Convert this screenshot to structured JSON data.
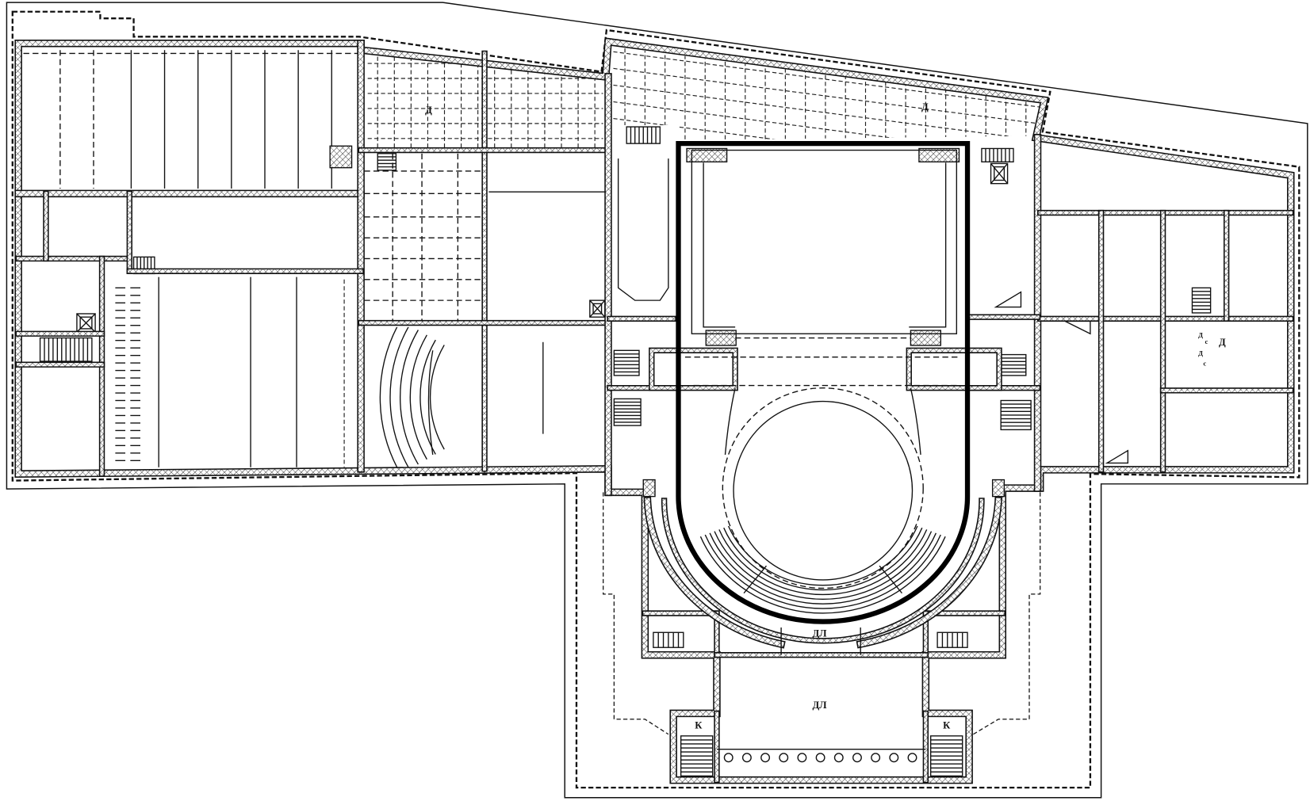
{
  "labels": {
    "room_d_left": "Д",
    "room_d_center": "Д",
    "room_d_right": "Д",
    "small_d_1": "Д",
    "small_c_1": "с",
    "small_d_2": "Д",
    "small_c_2": "с",
    "dl_auditorium": "ДЛ",
    "dl_foyer": "ДЛ",
    "k_left": "К",
    "k_right": "К"
  },
  "colors": {
    "line": "#111111",
    "background": "#ffffff"
  }
}
